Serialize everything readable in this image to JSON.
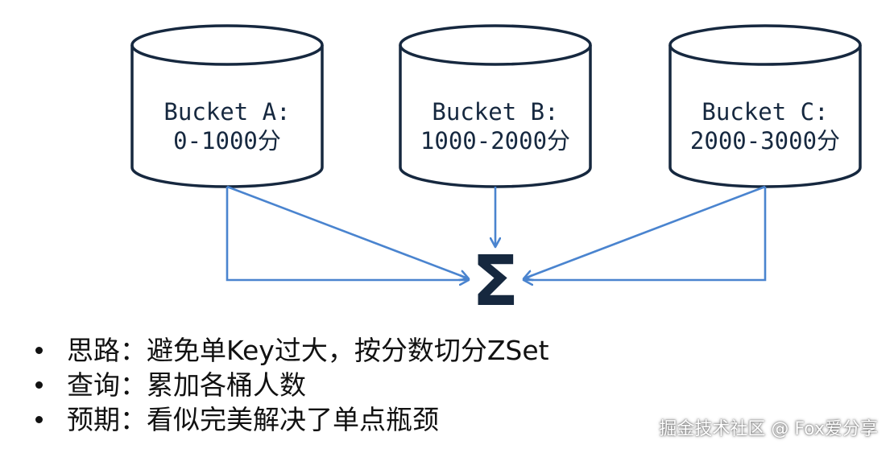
{
  "colors": {
    "arrow": "#4a84cf",
    "outline": "#16283f",
    "text": "#111111"
  },
  "buckets": [
    {
      "line1": "Bucket A:",
      "line2": "0-1000分"
    },
    {
      "line1": "Bucket B:",
      "line2": "1000-2000分"
    },
    {
      "line1": "Bucket C:",
      "line2": "2000-3000分"
    }
  ],
  "sum_symbol": "Σ",
  "bullets": [
    "思路：避免单Key过大，按分数切分ZSet",
    "查询：累加各桶人数",
    "预期：看似完美解决了单点瓶颈"
  ],
  "watermark": "掘金技术社区 @ Fox爱分享"
}
